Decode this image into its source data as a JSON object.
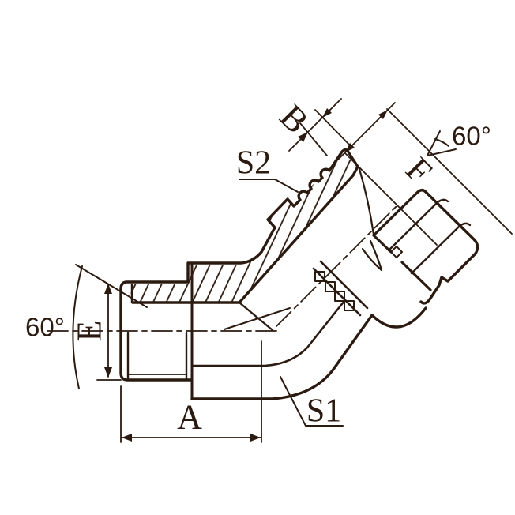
{
  "drawing": {
    "background": "#ffffff",
    "line_color": "#2b1a10",
    "labels": {
      "thread_top": "B",
      "wrench_top": "S2",
      "thread_right": "F",
      "cone_angle_right": "60°",
      "cone_angle_left": "60°",
      "thread_left_od": "E",
      "length_a": "A",
      "wrench_body": "S1"
    }
  }
}
